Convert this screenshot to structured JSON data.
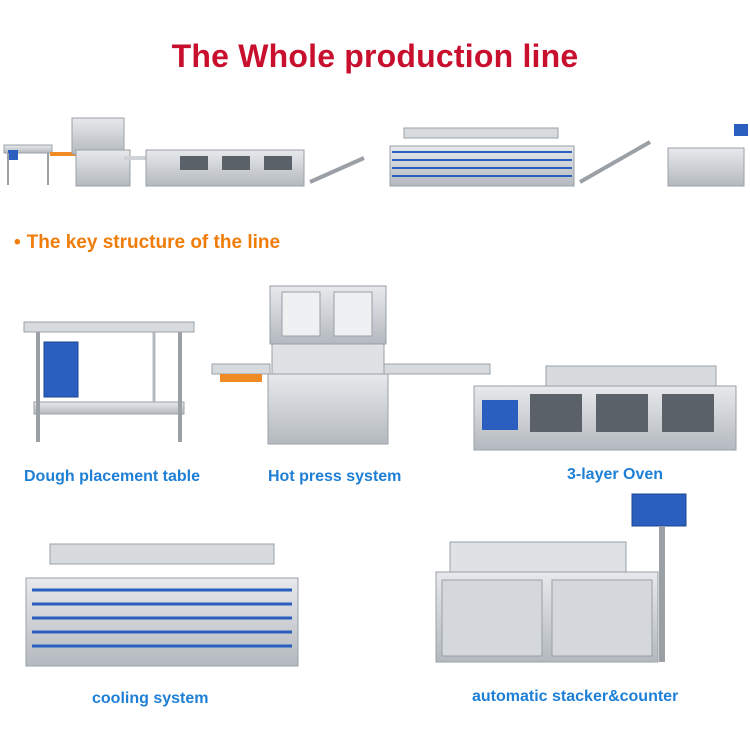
{
  "title": "The Whole production line",
  "subheading": {
    "bullet": "•",
    "text": "The key structure of the line"
  },
  "captions": {
    "dough": "Dough placement table",
    "hotpress": "Hot press system",
    "oven": "3-layer Oven",
    "cooling": "cooling system",
    "stacker": "automatic stacker&counter"
  },
  "colors": {
    "title": "#c8102e",
    "subheading": "#f07c0a",
    "caption": "#1e7fd6",
    "steel": "#c9cdd2",
    "motor": "#2a5fbf",
    "belt": "#f08a24"
  }
}
